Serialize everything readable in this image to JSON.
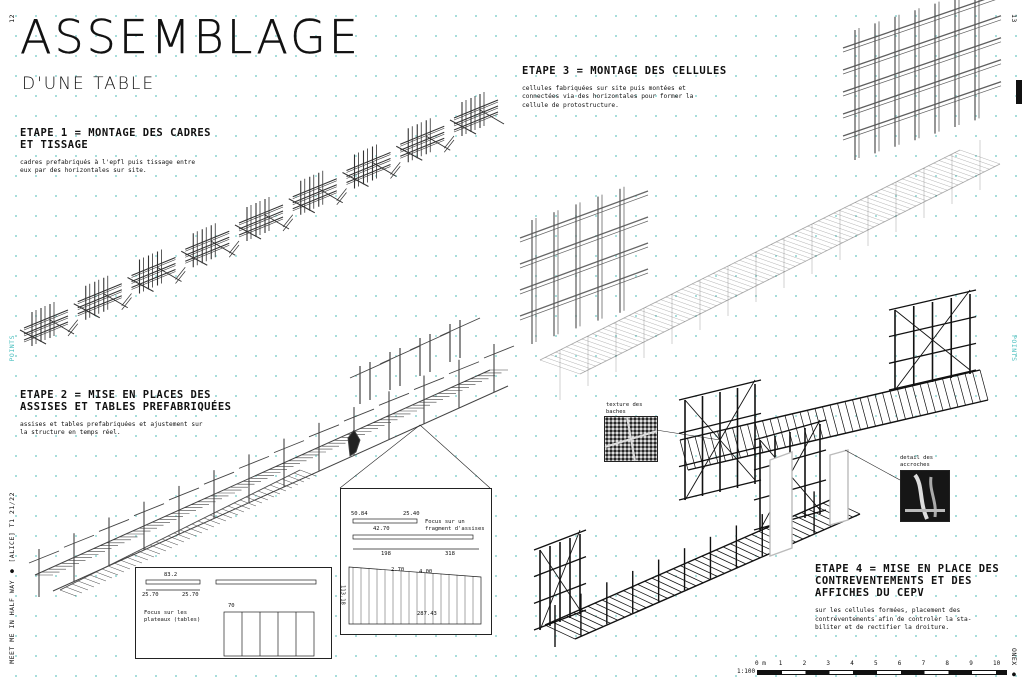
{
  "page": {
    "title": "ASSEMBLAGE",
    "subtitle": "D'UNE TABLE",
    "page_left": "12",
    "page_right": "13",
    "side_left_label": "POINTS",
    "side_right_label": "POINTS",
    "footer_left": "MEET ME IN HALF WAY ● [ALICE] T1 21/22",
    "footer_right": "ONEX ●"
  },
  "stages": [
    {
      "heading": "ETAPE 1 = MONTAGE DES CADRES\nET TISSAGE",
      "text": "cadres prefabriqués à l'epfl puis tissage entre\neux par des horizontales sur site."
    },
    {
      "heading": "ETAPE 2 = MISE EN PLACES DES\nASSISES ET TABLES PREFABRIQUÉES",
      "text": "assises et tables prefabriquées et ajustement sur\nla structure en temps réel."
    },
    {
      "heading": "ETAPE 3 = MONTAGE DES CELLULES",
      "text": "cellules fabriquées sur site puis montées et\nconnectées via des horizontales pour former la\ncellule de protostructure."
    },
    {
      "heading": "ETAPE 4 = MISE EN PLACE DES\nCONTREVENTEMENTS ET DES\nAFFICHES DU CEPV",
      "text": "sur les cellules formées, placement des\ncontreventements afin de controler la sta-\nbiliter et de rectifier la droiture."
    }
  ],
  "details": {
    "focus_assises": "Focus sur un\nfragment d'assises",
    "focus_plateaux": "Focus sur les\nplateaux (tables)",
    "texture_baches": "texture des\nbaches",
    "detail_accroches": "detail des\naccroches",
    "dims_assises": [
      "50.84",
      "25.40",
      "42.70",
      "198",
      "318",
      "2.70",
      "4.00",
      "287.43",
      "113.18"
    ],
    "dims_plateaux": [
      "83.2",
      "25.70",
      "25.70",
      "70"
    ]
  },
  "scale": {
    "label": "1:100",
    "ticks": [
      "0 m",
      "1",
      "2",
      "3",
      "4",
      "5",
      "6",
      "7",
      "8",
      "9",
      "10"
    ]
  },
  "colors": {
    "accent": "#4cc0c0",
    "ink": "#111111",
    "dots": "#9ad9d6"
  }
}
